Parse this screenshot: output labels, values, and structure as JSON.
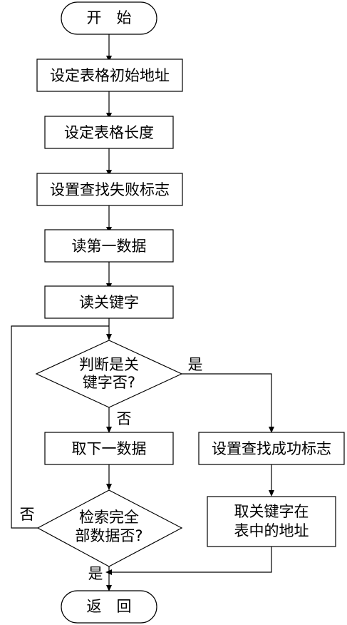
{
  "flowchart": {
    "start": "开　始",
    "step1": "设定表格初始地址",
    "step2": "设定表格长度",
    "step3": "设置查找失败标志",
    "step4": "读第一数据",
    "step5": "读关键字",
    "decision1_line1": "判断是关",
    "decision1_line2": "键字否?",
    "decision1_yes": "是",
    "decision1_no": "否",
    "step6": "取下一数据",
    "step_success": "设置查找成功标志",
    "step_addr_line1": "取关键字在",
    "step_addr_line2": "表中的地址",
    "decision2_line1": "检索完全",
    "decision2_line2": "部数据否?",
    "decision2_no": "否",
    "decision2_yes": "是",
    "end": "返　回"
  }
}
